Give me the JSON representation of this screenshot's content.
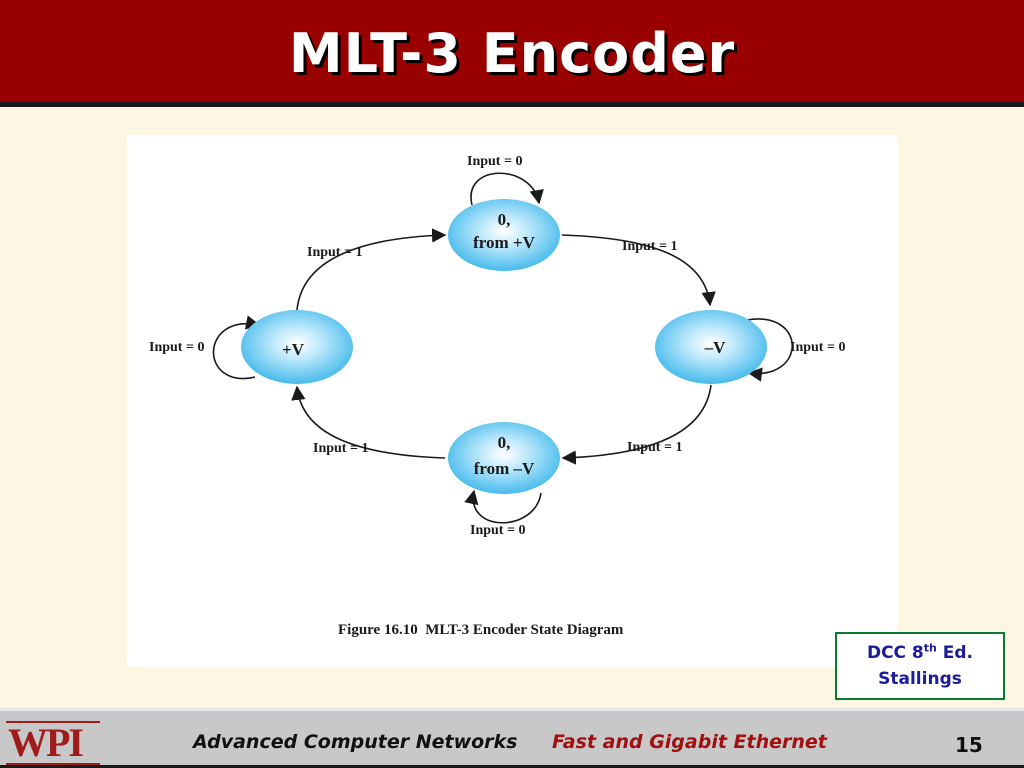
{
  "slide": {
    "title": "MLT-3 Encoder"
  },
  "diagram": {
    "nodes": {
      "zero_from_plus": {
        "line1": "0,",
        "line2": "from +V"
      },
      "plus_v": {
        "label": "+V"
      },
      "minus_v": {
        "label": "–V"
      },
      "zero_from_minus": {
        "line1": "0,",
        "line2": "from –V"
      }
    },
    "edge_labels": {
      "self_top": "Input = 0",
      "self_left": "Input = 0",
      "self_right": "Input = 0",
      "self_bottom": "Input = 0",
      "plus_to_top": "Input = 1",
      "top_to_minus": "Input = 1",
      "minus_to_bottom": "Input = 1",
      "bottom_to_plus": "Input = 1"
    },
    "caption": "Figure 16.10  MLT-3 Encoder State Diagram",
    "node_color": "#4fc3f0"
  },
  "citation": {
    "line1_prefix": "DCC 8",
    "line1_sup": "th",
    "line1_suffix": " Ed.",
    "line2": "Stallings"
  },
  "footer": {
    "logo": "WPI",
    "course": "Advanced Computer Networks",
    "topic": "Fast and Gigabit Ethernet",
    "page": "15"
  },
  "colors": {
    "title_bar": "#990000",
    "background": "#fdf6e3",
    "citation_border": "#0b7a2e",
    "citation_text": "#1c1c9a",
    "topic_text": "#a01010"
  }
}
